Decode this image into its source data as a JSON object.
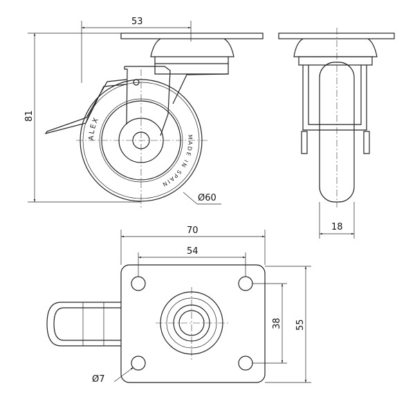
{
  "dimensions": {
    "mount_offset": "53",
    "height": "81",
    "wheel_diameter": "Ø60",
    "wheel_width": "18",
    "plate_width": "70",
    "hole_spacing_x": "54",
    "hole_spacing_y": "38",
    "plate_length": "55",
    "hole_diameter": "Ø7"
  },
  "wheel_text": {
    "brand": "ALEX",
    "origin": "MADE IN SPAIN"
  }
}
